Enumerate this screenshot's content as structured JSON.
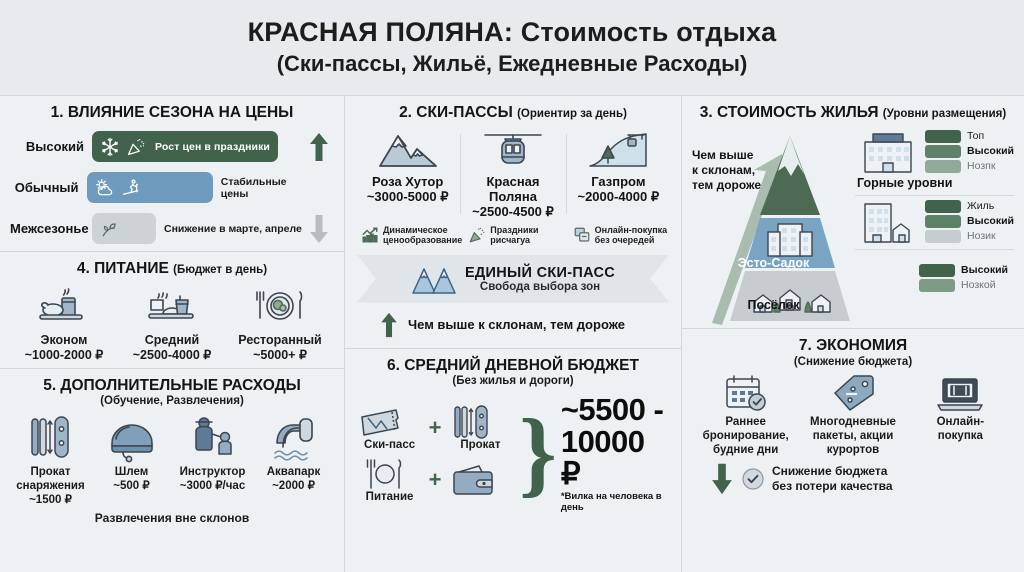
{
  "header": {
    "title": "КРАСНАЯ ПОЛЯНА: Стоимость отдыха",
    "subtitle": "(Ски-пассы, Жильё, Ежедневные Расходы)"
  },
  "colors": {
    "dark_green": "#41634c",
    "mid_green": "#5f8168",
    "light_green": "#8fab97",
    "blue": "#6e9bbd",
    "grey": "#ccd2d6",
    "bg": "#eef1f3"
  },
  "section1": {
    "title": "1. ВЛИЯНИЕ СЕЗОНА НА ЦЕНЫ",
    "rows": [
      {
        "label": "Высокий",
        "note": "Рост цен в праздники",
        "note_inside": true,
        "arrow": "up",
        "icons": [
          "snowflake-icon",
          "party-popper-icon"
        ]
      },
      {
        "label": "Обычный",
        "note": "Стабильные цены",
        "note_inside": false,
        "arrow": "none",
        "icons": [
          "sun-cloud-icon",
          "skier-icon"
        ]
      },
      {
        "label": "Межсезонье",
        "note": "Снижение в марте, апреле",
        "note_inside": false,
        "arrow": "down",
        "icons": [
          "leaf-icon"
        ]
      }
    ]
  },
  "section2": {
    "title": "2. СКИ-ПАССЫ",
    "title_sub": "(Ориентир за день)",
    "passes": [
      {
        "icon": "mountain-icon",
        "name": "Роза Хутор",
        "price": "~3000-5000 ₽"
      },
      {
        "icon": "cablecar-icon",
        "name": "Красная Поляна",
        "price": "~2500-4500 ₽"
      },
      {
        "icon": "slope-icon",
        "name": "Газпром",
        "price": "~2000-4000 ₽"
      }
    ],
    "tags": [
      {
        "icon": "chart-up-icon",
        "text": "Динамическое ценообразование"
      },
      {
        "icon": "party-popper-icon",
        "text": "Праздники рисчагуа"
      },
      {
        "icon": "online-icon",
        "text": "Онлайн-покупка без очередей"
      }
    ],
    "ribbon_title": "ЕДИНЫЙ СКИ-ПАСС",
    "ribbon_sub": "Свобода выбора зон",
    "higher_note": "Чем выше к склонам, тем дороже"
  },
  "section3": {
    "title": "3. СТОИМОСТЬ ЖИЛЬЯ",
    "title_sub": "(Уровни размещения)",
    "arrow_note": "Чем выше\nк склонам,\nтем дороже",
    "tiers": [
      {
        "name": "",
        "color": "#4d6b54"
      },
      {
        "name": "Эсто-Садок",
        "color": "#7aa4c4"
      },
      {
        "name": "Посёлок",
        "color": "#c6ccd0"
      }
    ],
    "legend_groups": [
      {
        "icon": "hotel-icon",
        "caption": "Горные уровни",
        "items": [
          {
            "label": "Топ",
            "color": "#41634c",
            "style": "normal"
          },
          {
            "label": "Высокий",
            "color": "#5f8168",
            "style": "bold"
          },
          {
            "label": "Нозпк",
            "color": "#8fab97",
            "style": "grey"
          }
        ]
      },
      {
        "icon": "apartment-icon",
        "caption": "",
        "items": [
          {
            "label": "Жиль",
            "color": "#41634c",
            "style": "normal"
          },
          {
            "label": "Высокий",
            "color": "#5f8168",
            "style": "bold"
          },
          {
            "label": "Нозик",
            "color": "#c6ccd0",
            "style": "grey"
          }
        ]
      },
      {
        "icon": "",
        "caption": "",
        "items": [
          {
            "label": "Высокий",
            "color": "#41634c",
            "style": "bold"
          },
          {
            "label": "Нозкой",
            "color": "#7d9b86",
            "style": "grey"
          }
        ]
      }
    ]
  },
  "section4": {
    "title": "4. ПИТАНИЕ",
    "title_sub": "(Бюджет в день)",
    "items": [
      {
        "icon": "chicken-drink-icon",
        "name": "Эконом",
        "price": "~1000-2000 ₽"
      },
      {
        "icon": "tray-cup-icon",
        "name": "Средний",
        "price": "~2500-4000 ₽"
      },
      {
        "icon": "plate-cutlery-icon",
        "name": "Ресторанный",
        "price": "~5000+ ₽"
      }
    ]
  },
  "section5": {
    "title": "5. ДОПОЛНИТЕЛЬНЫЕ РАСХОДЫ",
    "title_sub": "(Обучение, Развлечения)",
    "items": [
      {
        "icon": "ski-board-icon",
        "name": "Прокат\nснаряжения\n~1500 ₽"
      },
      {
        "icon": "helmet-icon",
        "name": "Шлем\n~500 ₽"
      },
      {
        "icon": "instructor-icon",
        "name": "Инструктор\n~3000 ₽/час"
      },
      {
        "icon": "waterpark-icon",
        "name": "Аквапарк\n~2000 ₽"
      }
    ],
    "footer": "Развлечения вне склонов"
  },
  "section6": {
    "title": "6. СРЕДНИЙ ДНЕВНОЙ БЮДЖЕТ",
    "title_sub": "(Без жилья и дороги)",
    "items": [
      {
        "icon": "ticket-icon",
        "label": "Ски-пасс"
      },
      {
        "icon": "rental-icon",
        "label": "Прокат"
      },
      {
        "icon": "food-icon",
        "label": "Питание"
      },
      {
        "icon": "wallet-icon",
        "label": ""
      }
    ],
    "plus": "+",
    "amount_line1": "~5500 -",
    "amount_line2": "10000 ₽",
    "note": "*Вилка на человека в день"
  },
  "section7": {
    "title": "7. ЭКОНОМИЯ",
    "title_sub": "(Снижение бюджета)",
    "items": [
      {
        "icon": "calendar-check-icon",
        "text": "Раннее\nбронирование,\nбудние дни"
      },
      {
        "icon": "price-tag-icon",
        "text": "Многодневные\nпакеты, акции\nкурортов"
      },
      {
        "icon": "laptop-icon",
        "text": "Онлайн-\nпокупка"
      }
    ],
    "footer": "Снижение бюджета\nбез потери качества",
    "footer_icon": "check-circle-icon",
    "footer_arrow": "arrow-down-icon"
  }
}
